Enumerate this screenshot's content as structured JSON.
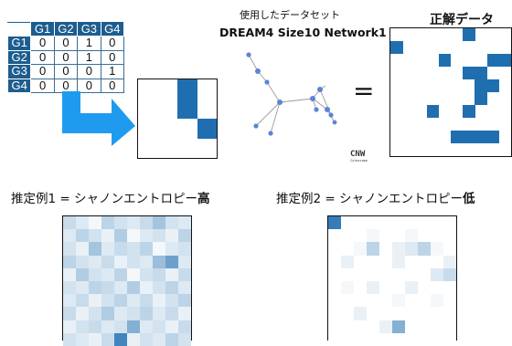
{
  "adjacency": {
    "columns": [
      "G1",
      "G2",
      "G3",
      "G4"
    ],
    "rows": [
      {
        "label": "G1",
        "values": [
          "0",
          "0",
          "1",
          "0"
        ]
      },
      {
        "label": "G2",
        "values": [
          "0",
          "0",
          "1",
          "0"
        ]
      },
      {
        "label": "G3",
        "values": [
          "0",
          "0",
          "0",
          "1"
        ]
      },
      {
        "label": "G4",
        "values": [
          "0",
          "0",
          "0",
          "0"
        ]
      }
    ]
  },
  "small_matrix": {
    "size": 4,
    "cells": [
      [
        0,
        2
      ],
      [
        1,
        2
      ],
      [
        2,
        3
      ]
    ],
    "color": "#1f6fb0"
  },
  "dataset": {
    "used_label": "使用したデータセット",
    "name": "DREAM4 Size10 Network1",
    "logo_text": "CNW",
    "logo_subtext": "Cytoscape"
  },
  "equals_sign": "=",
  "ground_truth": {
    "title": "正解データ",
    "size": 10,
    "color": "#1f6fb0",
    "cells": [
      [
        0,
        6
      ],
      [
        1,
        0
      ],
      [
        2,
        4
      ],
      [
        2,
        8
      ],
      [
        2,
        9
      ],
      [
        3,
        6
      ],
      [
        3,
        7
      ],
      [
        4,
        7
      ],
      [
        4,
        8
      ],
      [
        5,
        7
      ],
      [
        6,
        3
      ],
      [
        6,
        6
      ],
      [
        8,
        5
      ],
      [
        8,
        6
      ],
      [
        8,
        7
      ],
      [
        8,
        8
      ]
    ]
  },
  "estimate1": {
    "label": "推定例1 =  シャノンエントロピー",
    "emphasis": "高",
    "size": 10,
    "values": [
      [
        0.25,
        0.15,
        0.05,
        0.3,
        0.2,
        0.15,
        0.25,
        0.4,
        0.2,
        0.15
      ],
      [
        0.15,
        0.3,
        0.2,
        0.1,
        0.35,
        0.05,
        0.15,
        0.2,
        0.1,
        0.3
      ],
      [
        0.2,
        0.1,
        0.4,
        0.15,
        0.25,
        0.2,
        0.3,
        0.05,
        0.15,
        0.2
      ],
      [
        0.3,
        0.2,
        0.15,
        0.25,
        0.1,
        0.2,
        0.15,
        0.45,
        0.65,
        0.15
      ],
      [
        0.1,
        0.35,
        0.2,
        0.15,
        0.3,
        0.05,
        0.2,
        0.25,
        0.1,
        0.25
      ],
      [
        0.2,
        0.15,
        0.3,
        0.25,
        0.15,
        0.35,
        0.1,
        0.2,
        0.3,
        0.15
      ],
      [
        0.15,
        0.25,
        0.1,
        0.2,
        0.3,
        0.15,
        0.25,
        0.1,
        0.2,
        0.3
      ],
      [
        0.25,
        0.1,
        0.2,
        0.35,
        0.15,
        0.2,
        0.3,
        0.15,
        0.25,
        0.1
      ],
      [
        0.1,
        0.2,
        0.25,
        0.15,
        0.2,
        0.55,
        0.15,
        0.2,
        0.1,
        0.25
      ],
      [
        0.2,
        0.15,
        0.1,
        0.25,
        0.85,
        0.1,
        0.2,
        0.15,
        0.3,
        0.2
      ]
    ]
  },
  "estimate2": {
    "label": "推定例2 =  シャノンエントロピー",
    "emphasis": "低",
    "size": 10,
    "values": [
      [
        0.9,
        0.0,
        0.0,
        0.0,
        0.0,
        0.0,
        0.0,
        0.0,
        0.0,
        0.0
      ],
      [
        0.0,
        0.0,
        0.0,
        0.05,
        0.0,
        0.0,
        0.05,
        0.0,
        0.0,
        0.0
      ],
      [
        0.0,
        0.0,
        0.05,
        0.3,
        0.0,
        0.1,
        0.15,
        0.3,
        0.05,
        0.0
      ],
      [
        0.0,
        0.1,
        0.0,
        0.0,
        0.0,
        0.1,
        0.0,
        0.0,
        0.0,
        0.1
      ],
      [
        0.0,
        0.0,
        0.0,
        0.0,
        0.0,
        0.0,
        0.0,
        0.0,
        0.15,
        0.25
      ],
      [
        0.0,
        0.05,
        0.0,
        0.1,
        0.0,
        0.0,
        0.1,
        0.0,
        0.0,
        0.0
      ],
      [
        0.0,
        0.0,
        0.0,
        0.0,
        0.0,
        0.05,
        0.0,
        0.0,
        0.05,
        0.0
      ],
      [
        0.0,
        0.0,
        0.1,
        0.0,
        0.0,
        0.0,
        0.0,
        0.0,
        0.0,
        0.0
      ],
      [
        0.0,
        0.0,
        0.0,
        0.0,
        0.1,
        0.55,
        0.0,
        0.0,
        0.0,
        0.0
      ],
      [
        0.0,
        0.0,
        0.0,
        0.0,
        0.0,
        0.0,
        0.0,
        0.0,
        0.0,
        0.0
      ]
    ]
  },
  "colors": {
    "arrow": "#1e9bef",
    "table_header": "#1d5d8e",
    "heat_max": "#1f6fb0",
    "network_node": "#5b84d6",
    "network_edge": "#9a9a9a"
  }
}
